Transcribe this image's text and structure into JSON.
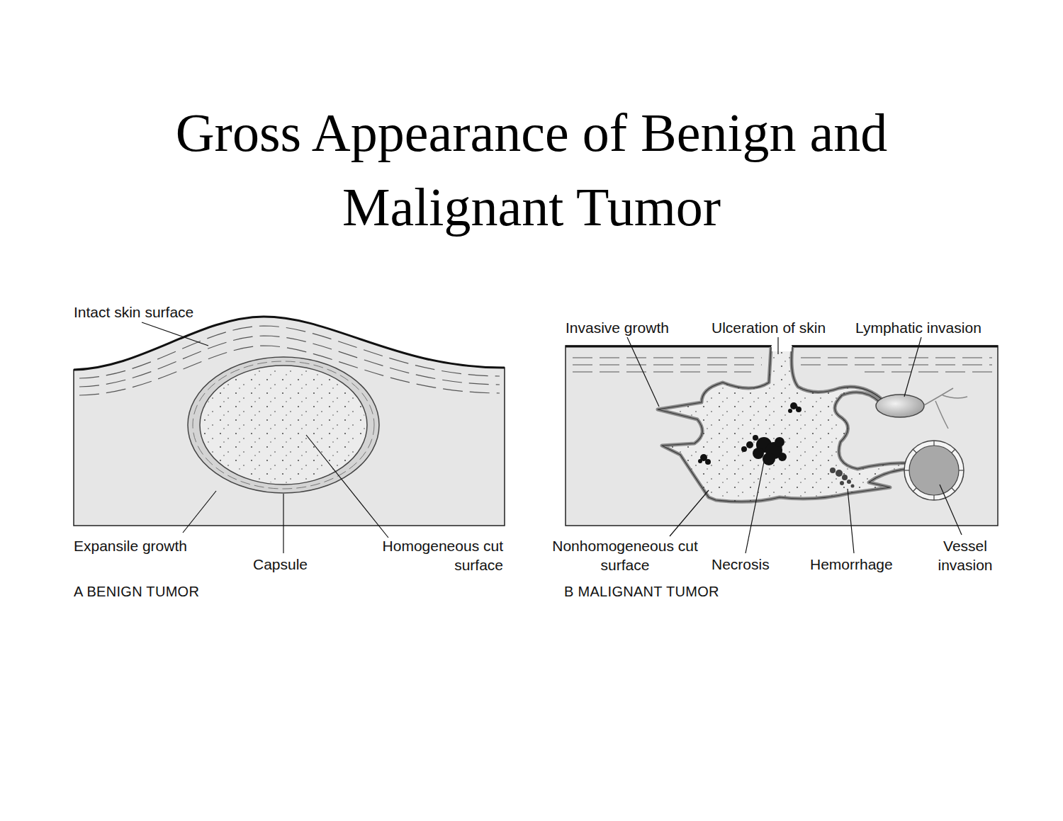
{
  "diagram": {
    "title": "Gross Appearance of Benign and Malignant Tumor",
    "labels": [
      "Intact skin surface",
      "Expansile growth",
      "Capsule",
      "Homogeneous cut surface",
      "A BENIGN TUMOR",
      "Invasive growth",
      "Ulceration of skin",
      "Lymphatic invasion",
      "Nonhomogeneous cut surface",
      "Necrosis",
      "Hemorrhage",
      "Vessel invasion",
      "B MALIGNANT TUMOR"
    ]
  }
}
